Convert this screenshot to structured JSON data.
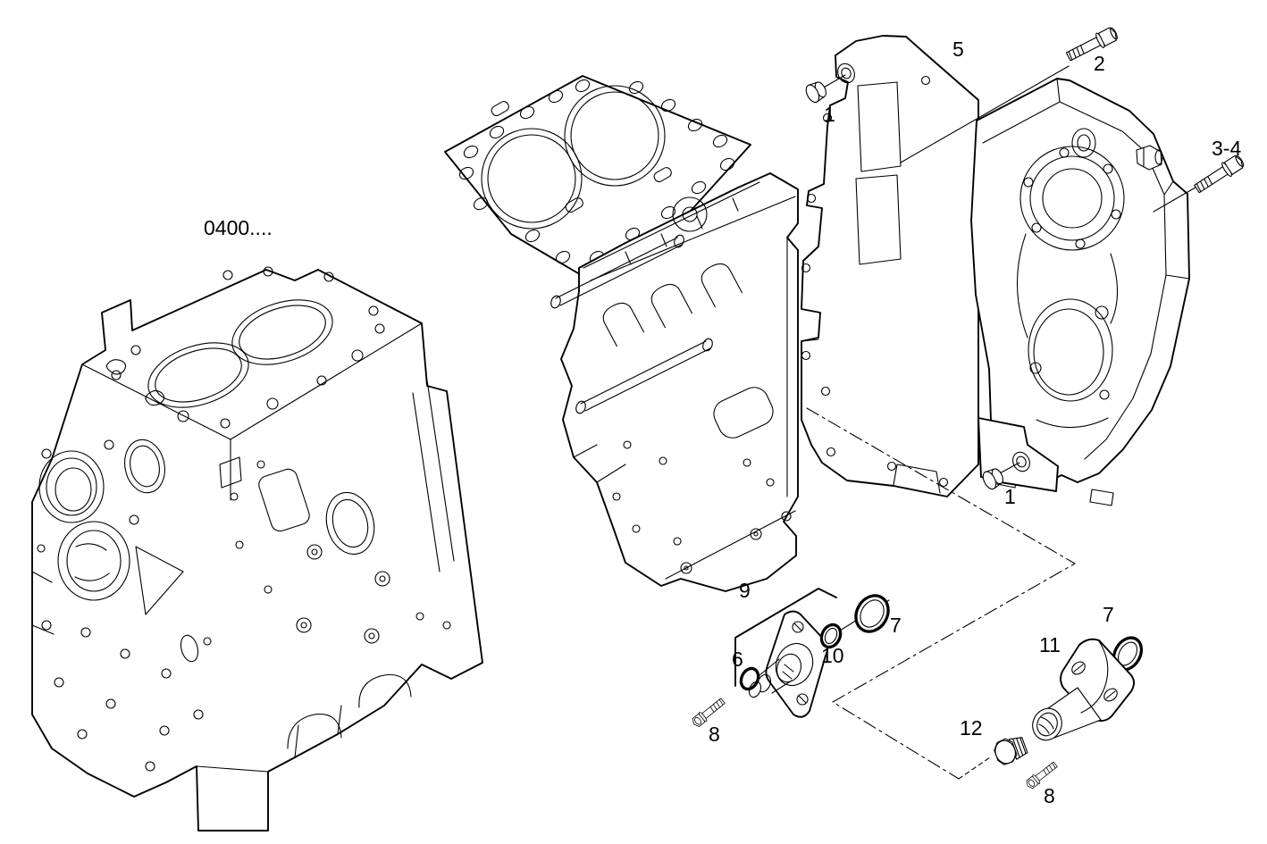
{
  "figure": {
    "reference_code": "0400....",
    "background_color": "#ffffff",
    "line_color": "#000000"
  },
  "callouts": [
    {
      "label": "0400....",
      "target": "engine-block-reference"
    },
    {
      "label": "1",
      "target": "cup-plug-upper"
    },
    {
      "label": "2",
      "target": "hex-bolt-upper"
    },
    {
      "label": "3-4",
      "target": "hex-bolt-side"
    },
    {
      "label": "5",
      "target": "rear-plate"
    },
    {
      "label": "1",
      "target": "cup-plug-lower"
    },
    {
      "label": "9",
      "target": "pump-support-group"
    },
    {
      "label": "6",
      "target": "o-ring-small-left"
    },
    {
      "label": "10",
      "target": "o-ring-small-middle"
    },
    {
      "label": "7",
      "target": "seal-ring-left"
    },
    {
      "label": "7",
      "target": "seal-ring-right"
    },
    {
      "label": "11",
      "target": "water-outlet-elbow"
    },
    {
      "label": "12",
      "target": "hex-plug"
    },
    {
      "label": "8",
      "target": "screw-left"
    },
    {
      "label": "8",
      "target": "screw-right"
    }
  ]
}
